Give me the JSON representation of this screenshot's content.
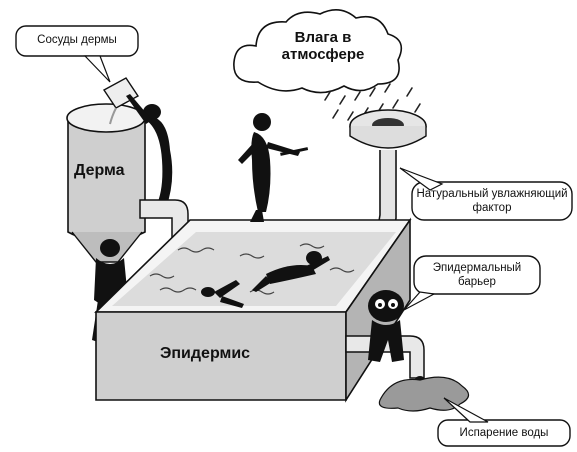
{
  "labels": {
    "dermis_vessels": "Сосуды дермы",
    "atmosphere_moisture": "Влага в атмосфере",
    "dermis": "Дерма",
    "nmf": "Натуральный увлажняющий фактор",
    "epidermal_barrier": "Эпидермальный барьер",
    "epidermis": "Эпидермис",
    "water_evaporation": "Испарение воды"
  }
}
